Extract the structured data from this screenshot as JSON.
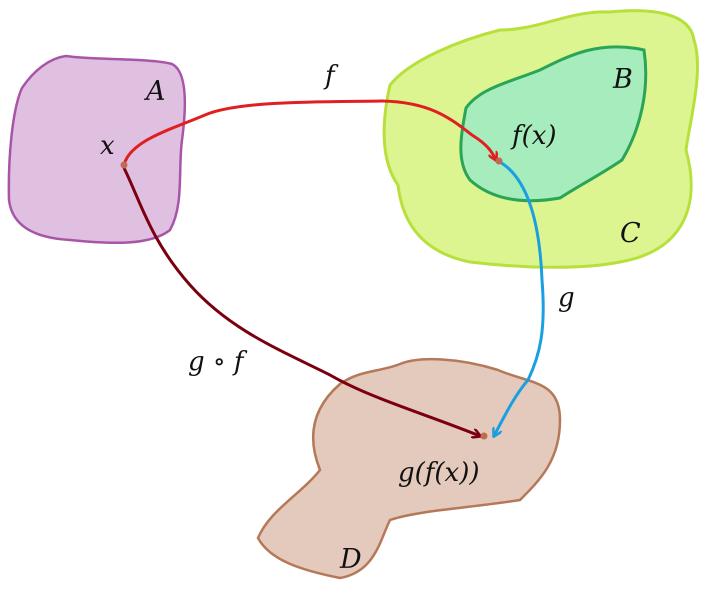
{
  "diagram": {
    "sets": {
      "A": {
        "label": "A",
        "fill": "#e0c0e0",
        "stroke": "#a855a8"
      },
      "B": {
        "label": "B",
        "fill": "#a6ecbc",
        "stroke": "#2aa558"
      },
      "C": {
        "label": "C",
        "fill": "#ddf590",
        "stroke": "#b8e03c"
      },
      "D": {
        "label": "D",
        "fill": "#e4c9bd",
        "stroke": "#b57858"
      }
    },
    "points": {
      "x": {
        "label": "x",
        "color": "#c06a50"
      },
      "fx": {
        "label": "f(x)",
        "color": "#c06a50"
      },
      "gfx": {
        "label": "g(f(x))",
        "color": "#c06a50"
      }
    },
    "arrows": {
      "f": {
        "label": "f",
        "color": "#e02020"
      },
      "g": {
        "label": "g",
        "color": "#1aa0e0"
      },
      "gof": {
        "label": "g ∘ f",
        "color": "#7a0010"
      }
    }
  }
}
